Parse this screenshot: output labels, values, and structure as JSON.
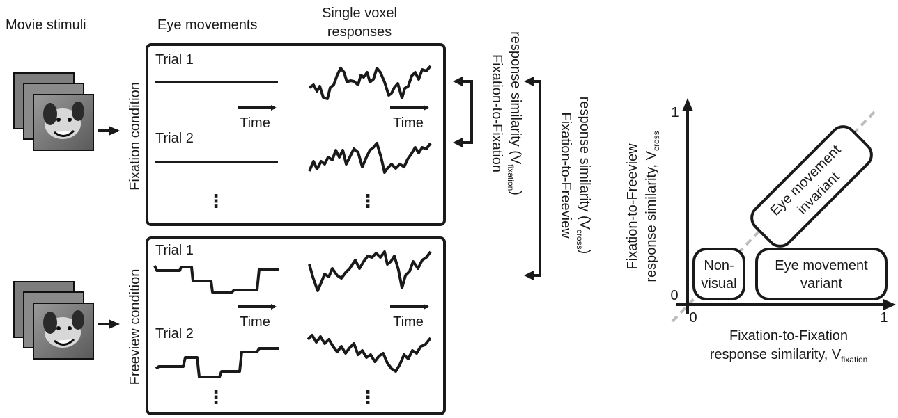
{
  "header": {
    "movie_stimuli": "Movie stimuli",
    "eye_movements": "Eye movements",
    "single_voxel_line1": "Single voxel",
    "single_voxel_line2": "responses"
  },
  "fixation_panel": {
    "condition_label": "Fixation condition",
    "trial1": "Trial 1",
    "trial2": "Trial 2",
    "time_label": "Time",
    "ellipsis": "⋮"
  },
  "freeview_panel": {
    "condition_label": "Freeview condition",
    "trial1": "Trial 1",
    "trial2": "Trial 2",
    "time_label": "Time",
    "ellipsis": "⋮"
  },
  "similarity_brackets": {
    "fix_line1": "Fixation-to-Fixation",
    "fix_line2_main": "response similarity (V",
    "fix_line2_sub": "fixation",
    "fix_line2_end": ")",
    "cross_line1": "Fixation-to-Freeview",
    "cross_line2_main": "response similarity (V",
    "cross_line2_sub": "cross",
    "cross_line2_end": ")"
  },
  "scatter": {
    "y_label_line1": "Fixation-to-Freeview",
    "y_label_line2_main": "response similarity, V",
    "y_label_line2_sub": "cross",
    "x_label_line1": "Fixation-to-Fixation",
    "x_label_line2_main": "response similarity, V",
    "x_label_line2_sub": "fixation",
    "origin_y": "0",
    "origin_x": "0",
    "max_x": "1",
    "max_y": "1",
    "box_nonvisual_line1": "Non-",
    "box_nonvisual_line2": "visual",
    "box_variant_line1": "Eye movement",
    "box_variant_line2": "variant",
    "box_invariant_line1": "Eye movement",
    "box_invariant_line2": "invariant"
  }
}
